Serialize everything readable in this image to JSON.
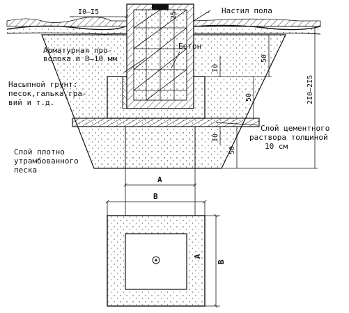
{
  "labels": {
    "floor": "Настил пола",
    "rebar_line1": "Арматурная про-",
    "rebar_line2": "волока ⌀ 8–10 мм",
    "concrete": "Бетон",
    "fill_line1": "Насыпной грунт:",
    "fill_line2": "песок,галька,гра-",
    "fill_line3": "вий и т.д.",
    "cement_line1": "Слой цементного",
    "cement_line2": "раствора толщиной",
    "cement_line3": "10 см",
    "sand_line1": "Слой плотно",
    "sand_line2": "утрамбованного",
    "sand_line3": "песка"
  },
  "dimensions": {
    "gap_top": "I0–I5",
    "cap": "25",
    "d50_upper": "50",
    "d10_upper": "I0",
    "d50_mid": "50",
    "total": "2I0–2I5",
    "d10_lower": "I0",
    "d50_lower": "50",
    "plan_a_horizontal": "A",
    "plan_b_horizontal": "B",
    "plan_a_vertical": "A",
    "plan_b_vertical": "B"
  }
}
